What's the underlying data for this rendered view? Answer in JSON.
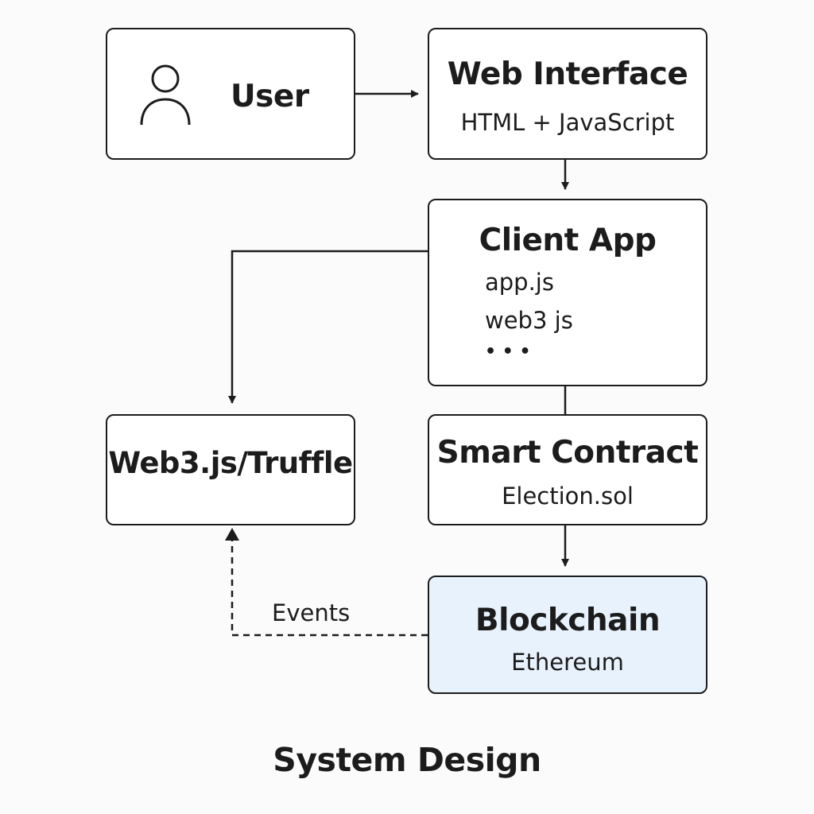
{
  "nodes": {
    "user": {
      "title": "User",
      "icon": "user-icon"
    },
    "web_interface": {
      "title": "Web Interface",
      "subtitle": "HTML + JavaScript"
    },
    "client_app": {
      "title": "Client App",
      "files": [
        "app.js",
        "web3 js",
        "• • •"
      ]
    },
    "web3_truffle": {
      "title": "Web3.js/Truffle"
    },
    "smart_contract": {
      "title": "Smart Contract",
      "subtitle": "Election.sol"
    },
    "blockchain": {
      "title": "Blockchain",
      "subtitle": "Ethereum"
    }
  },
  "edges": {
    "events_label": "Events"
  },
  "caption": "System Design",
  "colors": {
    "stroke": "#1c1c1c",
    "blockchain_fill": "#e8f2fd",
    "background": "#fbfbfb"
  }
}
